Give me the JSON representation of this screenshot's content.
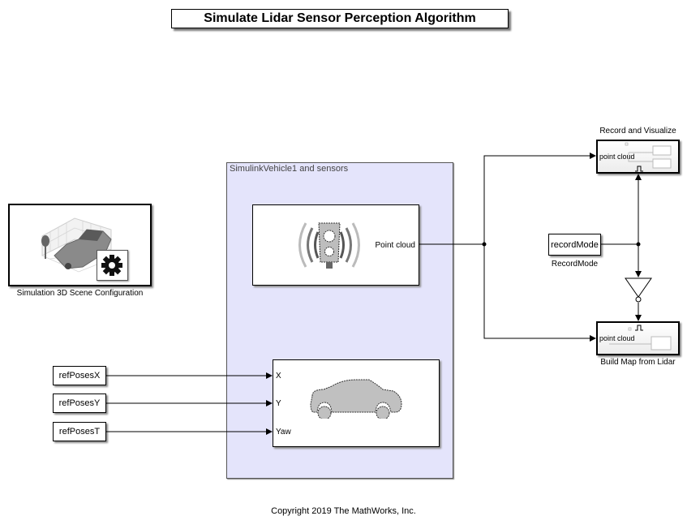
{
  "title": "Simulate Lidar Sensor Perception Algorithm",
  "scene_config": {
    "label": "Simulation 3D Scene Configuration",
    "icons": [
      "scene-3d-icon",
      "gear-icon"
    ]
  },
  "subsystem_area": {
    "title": "SimulinkVehicle1 and sensors"
  },
  "lidar_block": {
    "icon": "lidar-sensor-icon",
    "output_port": "Point cloud"
  },
  "vehicle_block": {
    "icon": "car-icon",
    "input_ports": [
      "X",
      "Y",
      "Yaw"
    ]
  },
  "constants": [
    {
      "label": "refPosesX"
    },
    {
      "label": "refPosesY"
    },
    {
      "label": "refPosesT"
    }
  ],
  "record_mode": {
    "value": "recordMode",
    "name": "RecordMode"
  },
  "not_gate": {
    "icon": "logical-not-icon"
  },
  "record_visualize": {
    "name": "Record and Visualize",
    "input_port": "point cloud",
    "trigger_icon": "enable-pulse-icon"
  },
  "build_map": {
    "name": "Build Map from Lidar",
    "input_port": "point cloud",
    "trigger_icon": "enable-pulse-icon"
  },
  "copyright": "Copyright 2019 The MathWorks, Inc."
}
